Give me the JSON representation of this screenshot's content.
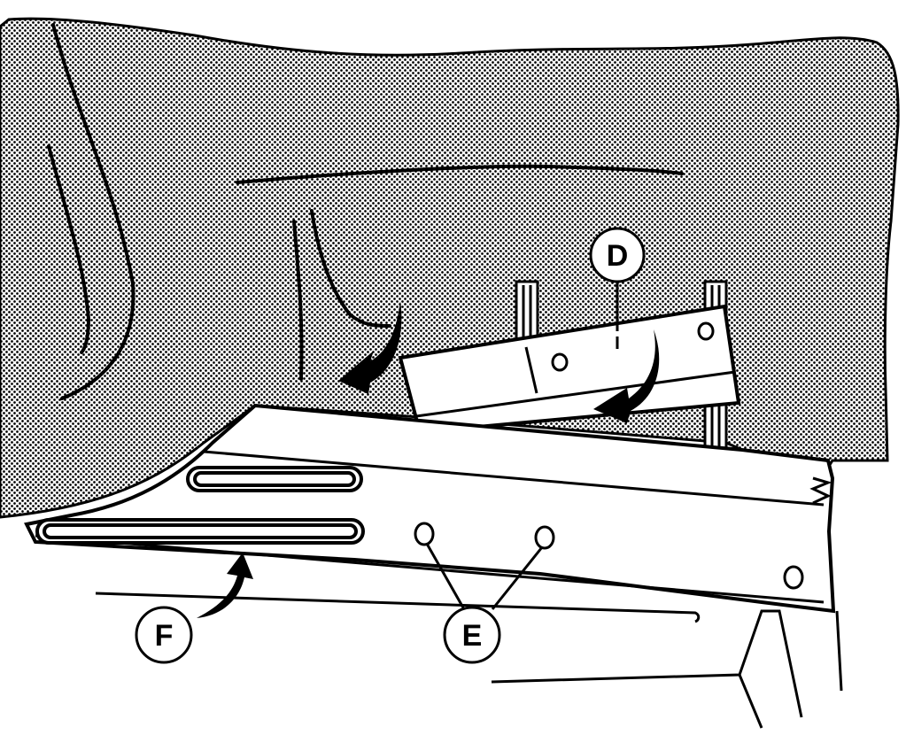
{
  "figure": {
    "colors": {
      "ink": "#000000",
      "paper": "#ffffff"
    },
    "callouts": {
      "d": {
        "text": "D"
      },
      "e": {
        "text": "E"
      },
      "f": {
        "text": "F"
      }
    }
  }
}
